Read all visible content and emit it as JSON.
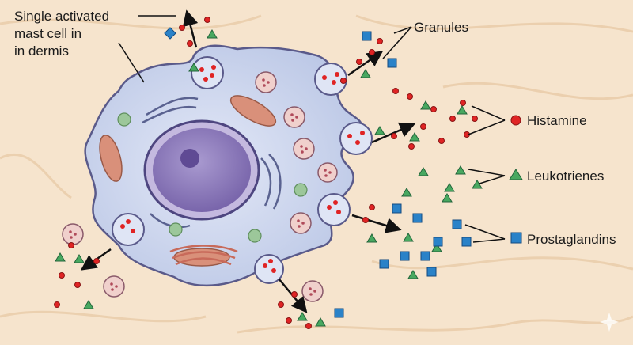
{
  "labels": {
    "cell_line1": "Single activated",
    "cell_line2": "mast cell in",
    "cell_line3": "in dermis",
    "granules": "Granules",
    "histamine": "Histamine",
    "leukotrienes": "Leukotrienes",
    "prostaglandins": "Prostaglandins"
  },
  "colors": {
    "background": "#f6e4cd",
    "cytoplasm": "#cfd9ef",
    "nucleus": "#8a78b5",
    "histamine": "#e02424",
    "leukotrienes": "#48a860",
    "prostaglandins": "#2a82c8",
    "mitochondria": "#d9907a",
    "vesicle": "#9cc79a"
  },
  "icons": {
    "histamine": "red-circle",
    "leukotrienes": "green-triangle",
    "prostaglandins": "blue-square"
  }
}
